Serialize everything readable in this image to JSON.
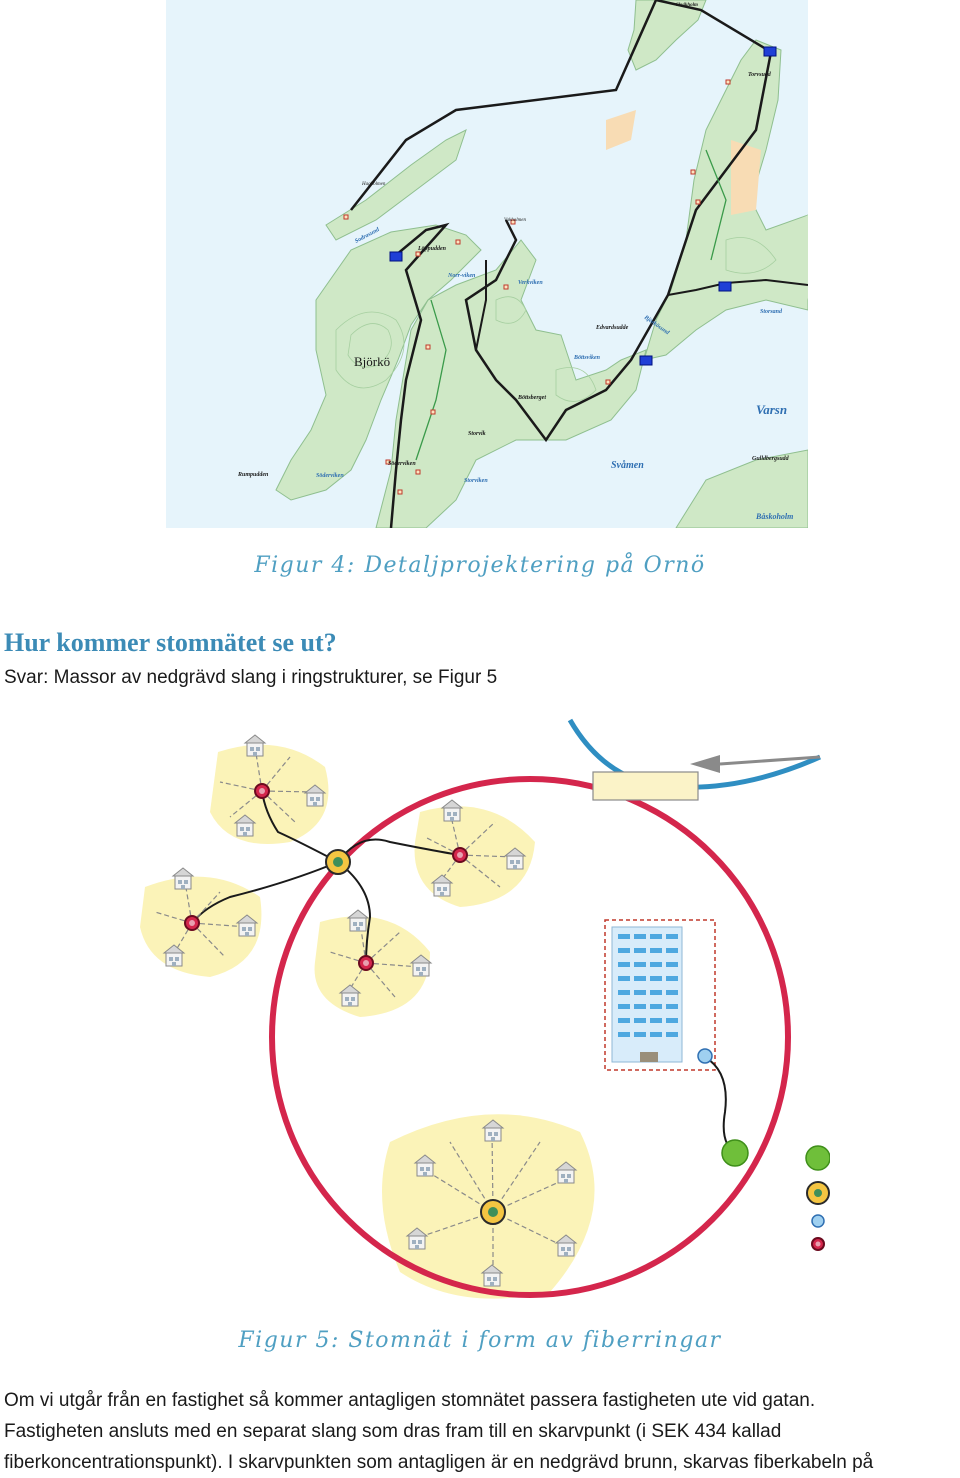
{
  "figure4": {
    "caption": "Figur 4: Detaljprojektering på Ornö",
    "map_labels": {
      "bjorko": "Björkö",
      "varsn": "Varsn",
      "svamen": "Svåmen",
      "storsand": "Storsand",
      "gulldbergsudd": "Gulldbergsudd",
      "baskoholm": "Båskoholm",
      "rumpudden": "Rumpudden",
      "soderviken_w": "Söderviken",
      "soderviken": "Söderviken",
      "storviken": "Storviken",
      "storvik": "Storvik",
      "bottsberget": "Böttsberget",
      "bottsviken": "Böttsviken",
      "edvardsudde": "Edvardsudde",
      "bjorkosund": "Björkösund",
      "norrviken": "Norr-viken",
      "verkviken": "Verkviken",
      "loppudden": "Löppudden",
      "sodrasund": "Sodrasund",
      "torvsudd": "Torvsudd",
      "skvikholm": "Skvikholm",
      "vakholmen": "Vakholmen",
      "hagholmen": "Hagholmen"
    }
  },
  "heading": "Hur kommer stomnätet se ut?",
  "answer": "Svar: Massor av nedgrävd slang i ringstrukturer, se Figur 5",
  "figure5": {
    "caption": "Figur 5: Stomnät i form av fiberringar"
  },
  "body_lines": [
    "Om vi utgår från en fastighet så kommer antagligen stomnätet passera fastigheten ute vid gatan.",
    "Fastigheten ansluts med en separat slang som dras fram till en skarvpunkt (i SEK 434 kallad",
    "fiberkoncentrationspunkt). I skarvpunkten som antagligen är en nedgrävd brunn, skarvas fiberkabeln på"
  ],
  "colors": {
    "sea": "#e6f4fb",
    "land": "#cfe8c6",
    "sand": "#f8dcb4",
    "caption": "#4f9fc2",
    "heading": "#3c8bb6",
    "ring": "#d4264c",
    "blue_cable": "#2f8ec2",
    "cluster": "#fbf3b8"
  }
}
